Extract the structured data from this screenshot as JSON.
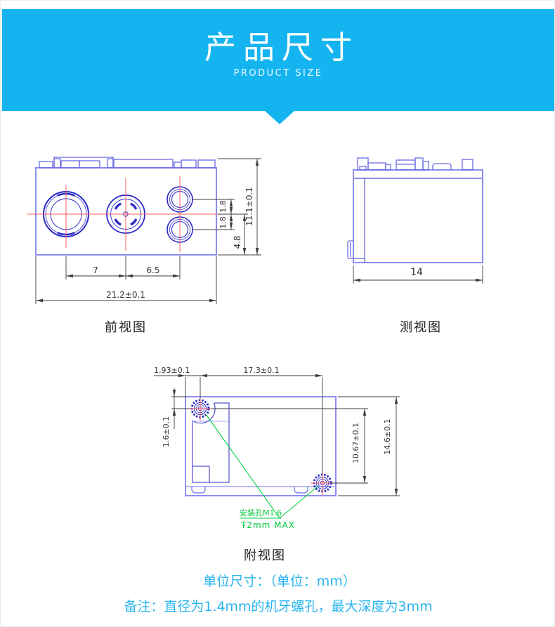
{
  "header": {
    "title": "产品尺寸",
    "subtitle": "PRODUCT SIZE"
  },
  "views": {
    "front": {
      "label": "前视图",
      "dims": {
        "hole_pitch_left": "7",
        "hole_pitch_right": "6.5",
        "overall_width": "21.2±0.1",
        "overall_height": "11.1±0.1",
        "center_to_bottom": "4.8",
        "offset_upper": "1.8",
        "offset_lower": "1.8"
      }
    },
    "side": {
      "label": "测视图",
      "dims": {
        "depth": "14"
      }
    },
    "bottom": {
      "label": "附视图",
      "dims": {
        "edge_to_hole": "1.93±0.1",
        "hole_span": "17.3±0.1",
        "top_to_hole": "1.6±0.1",
        "hole_vertical_span": "10.67±0.1",
        "overall_height": "14.6±0.1"
      },
      "mounting_note_line1": "安装孔M1.6",
      "mounting_note_line2": "Ŧ2mm MAX"
    }
  },
  "footer": {
    "unit_note": "单位尺寸：（单位：mm）",
    "remark": "备注：直径为1.4mm的机牙螺孔，最大深度为3mm"
  },
  "colors": {
    "accent_cyan": "#14b4f0",
    "text_cyan": "#2ab4f0",
    "drawing_blue_light": "#8d8df0",
    "drawing_blue_dark": "#2b2bc8",
    "centerline_red": "#ff5c5c",
    "dimension_gray": "#3c3c3c",
    "annotation_green": "#00d23c"
  }
}
